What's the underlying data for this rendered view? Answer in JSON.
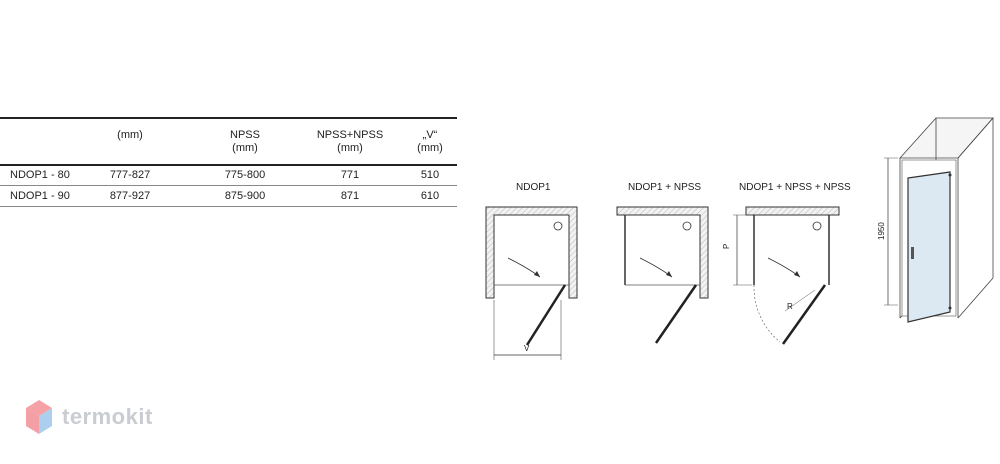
{
  "table": {
    "headers": [
      {
        "line1": "",
        "line2": ""
      },
      {
        "line1": "",
        "line2": "(mm)"
      },
      {
        "line1": "NPSS",
        "line2": "(mm)"
      },
      {
        "line1": "NPSS+NPSS",
        "line2": "(mm)"
      },
      {
        "line1": "„V“",
        "line2": "(mm)"
      }
    ],
    "rows": [
      [
        "NDOP1 - 80",
        "777-827",
        "775-800",
        "771",
        "510"
      ],
      [
        "NDOP1 - 90",
        "877-927",
        "875-900",
        "871",
        "610"
      ]
    ]
  },
  "diagrams": {
    "d1": {
      "title": "NDOP1",
      "dim_label": "V"
    },
    "d2": {
      "title": "NDOP1 + NPSS"
    },
    "d3": {
      "title": "NDOP1 + NPSS + NPSS",
      "dim_p": "P",
      "dim_r": "R"
    },
    "view3d": {
      "height_label": "1950"
    }
  },
  "logo": {
    "text": "termokit"
  },
  "colors": {
    "glass": "#dce8f2",
    "wall_hatch": "#e8e8e8",
    "line": "#333333",
    "logo_red": "#e8505b",
    "logo_blue": "#6aa8e0"
  }
}
